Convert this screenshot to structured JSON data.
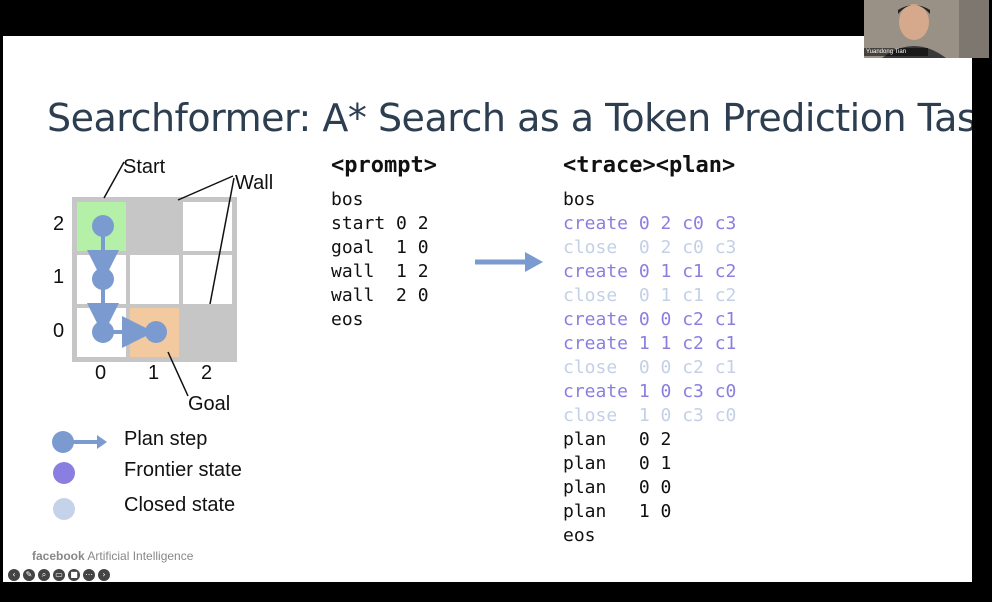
{
  "title": "Searchformer: A* Search as a Token Prediction Task",
  "grid": {
    "row_labels": [
      "2",
      "1",
      "0"
    ],
    "col_labels": [
      "0",
      "1",
      "2"
    ],
    "callouts": {
      "start": "Start",
      "wall": "Wall",
      "goal": "Goal"
    }
  },
  "prompt": {
    "header": "<prompt>",
    "lines": [
      "bos",
      "start 0 2",
      "goal  1 0",
      "wall  1 2",
      "wall  2 0",
      "eos"
    ]
  },
  "trace": {
    "header": "<trace><plan>",
    "lines": [
      {
        "text": "bos",
        "kind": "plain"
      },
      {
        "text": "create 0 2 c0 c3",
        "kind": "create"
      },
      {
        "text": "close  0 2 c0 c3",
        "kind": "close"
      },
      {
        "text": "create 0 1 c1 c2",
        "kind": "create"
      },
      {
        "text": "close  0 1 c1 c2",
        "kind": "close"
      },
      {
        "text": "create 0 0 c2 c1",
        "kind": "create"
      },
      {
        "text": "create 1 1 c2 c1",
        "kind": "create"
      },
      {
        "text": "close  0 0 c2 c1",
        "kind": "close"
      },
      {
        "text": "create 1 0 c3 c0",
        "kind": "create"
      },
      {
        "text": "close  1 0 c3 c0",
        "kind": "close"
      },
      {
        "text": "plan   0 2",
        "kind": "plain"
      },
      {
        "text": "plan   0 1",
        "kind": "plain"
      },
      {
        "text": "plan   0 0",
        "kind": "plain"
      },
      {
        "text": "plan   1 0",
        "kind": "plain"
      },
      {
        "text": "eos",
        "kind": "plain"
      }
    ]
  },
  "legend": {
    "plan_step": "Plan step",
    "frontier": "Frontier state",
    "closed": "Closed state"
  },
  "branding": {
    "facebook": "facebook",
    "ai": "Artificial Intelligence"
  },
  "webcam": {
    "name": "Yuandong Tian"
  },
  "colors": {
    "create": "#8a7fe0",
    "close": "#c3d0e6",
    "plan_step": "#7b9bd0",
    "frontier": "#8a7fe0",
    "closed": "#c5d3ea",
    "start_cell": "#b4f0a8",
    "goal_cell": "#f3caa0",
    "wall_cell": "#c6c6c6",
    "title": "#2d3e50"
  }
}
